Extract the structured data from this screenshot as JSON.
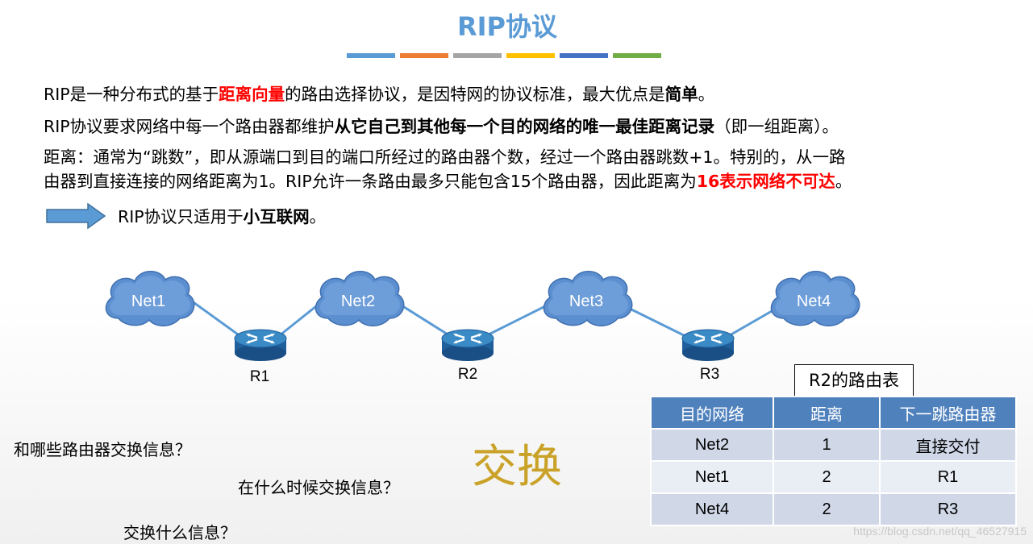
{
  "title": "RIP协议",
  "accent_bar_colors": [
    "#5b9bd5",
    "#ed7d31",
    "#a5a5a5",
    "#ffc000",
    "#4472c4",
    "#70ad47"
  ],
  "p1": {
    "a": "RIP是一种分布式的基于",
    "b": "距离向量",
    "c": "的路由选择协议，是因特网的协议标准，最大优点是",
    "d": "简单",
    "e": "。"
  },
  "p2": {
    "a": "RIP协议要求网络中每一个路由器都维护",
    "b": "从它自己到其他每一个目的网络的唯一最佳距离记录",
    "c": "（即一组距离）。"
  },
  "p3": {
    "line1": "距离：通常为“跳数”，即从源端口到目的端口所经过的路由器个数，经过一个路由器跳数+1。特别的，从一路",
    "line2a": "由器到直接连接的网络距离为1。RIP允许一条路由最多只能包含15个路由器，因此距离为",
    "line2b": "16表示网络不可达",
    "line2c": "。"
  },
  "arrow_note": {
    "a": "RIP协议只适用于",
    "b": "小互联网",
    "c": "。"
  },
  "diagram": {
    "networks": [
      "Net1",
      "Net2",
      "Net3",
      "Net4"
    ],
    "routers": [
      "R1",
      "R2",
      "R3"
    ]
  },
  "routing_table": {
    "caption": "R2的路由表",
    "headers": [
      "目的网络",
      "距离",
      "下一跳路由器"
    ],
    "rows": [
      [
        "Net2",
        "1",
        "直接交付"
      ],
      [
        "Net1",
        "2",
        "R1"
      ],
      [
        "Net4",
        "2",
        "R3"
      ]
    ]
  },
  "questions": [
    "和哪些路由器交换信息？",
    "在什么时候交换信息？",
    "交换什么信息？"
  ],
  "swap_word": "交换",
  "watermark": "https://blog.csdn.net/qq_46527915"
}
